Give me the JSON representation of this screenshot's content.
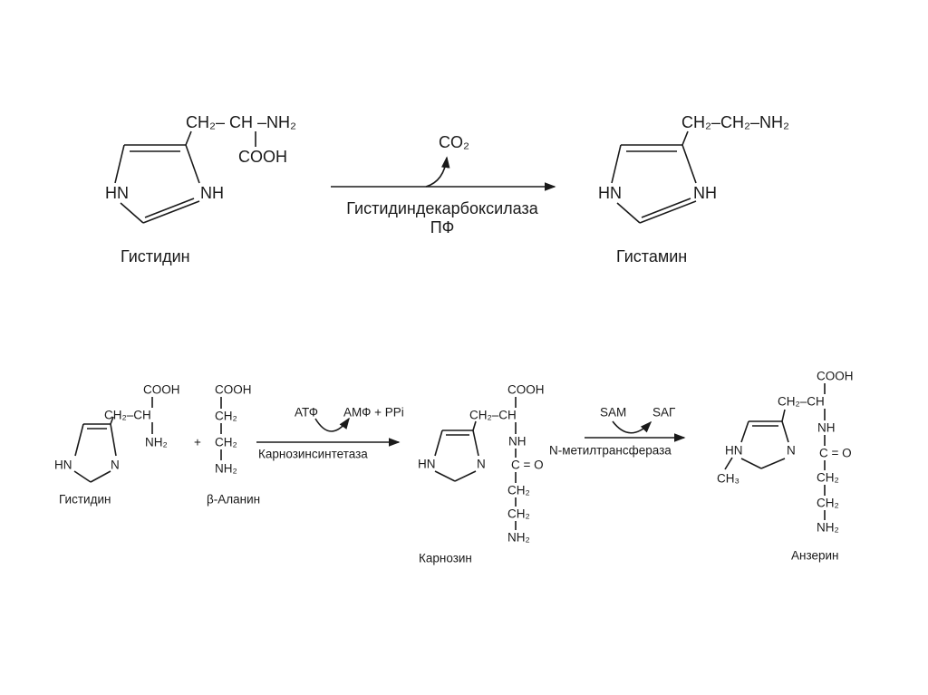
{
  "reaction1": {
    "substrate": {
      "side_chain": "CH₂– CH –NH₂",
      "cooh": "COOH",
      "hn": "HN",
      "nh": "NH",
      "name": "Гистидин"
    },
    "byproduct": "CO₂",
    "enzyme": "Гистидиндекарбоксилаза",
    "cofactor": "ПФ",
    "product": {
      "side_chain": "CH₂–CH₂–NH₂",
      "hn": "HN",
      "nh": "NH",
      "name": "Гистамин"
    }
  },
  "reaction2": {
    "histidine": {
      "cooh": "COOH",
      "chain": "CH₂–CH",
      "nh2": "NH₂",
      "hn": "HN",
      "n": "N",
      "name": "Гистидин"
    },
    "plus": "+",
    "alanine": {
      "cooh": "COOH",
      "ch2a": "CH₂",
      "ch2b": "CH₂",
      "nh2": "NH₂",
      "name": "β-Аланин"
    },
    "cosubstrate": "АТФ",
    "coproducts": "АМФ + PPi",
    "enzyme": "Карнозинсинтетаза",
    "carnosine": {
      "cooh": "COOH",
      "chain": "CH₂–CH",
      "nh": "NH",
      "co": "C = O",
      "ch2a": "CH₂",
      "ch2b": "CH₂",
      "nh2": "NH₂",
      "hn": "HN",
      "n": "N",
      "name": "Карнозин"
    }
  },
  "reaction3": {
    "cosubstrate": "SAM",
    "coproduct": "SAГ",
    "enzyme": "N-метилтрансфераза",
    "anserine": {
      "cooh": "COOH",
      "chain": "CH₂–CH",
      "nh": "NH",
      "co": "C = O",
      "ch2a": "CH₂",
      "ch2b": "CH₂",
      "nh2": "NH₂",
      "hn": "HN",
      "n": "N",
      "ch3": "CH₃",
      "name": "Анзерин"
    }
  }
}
